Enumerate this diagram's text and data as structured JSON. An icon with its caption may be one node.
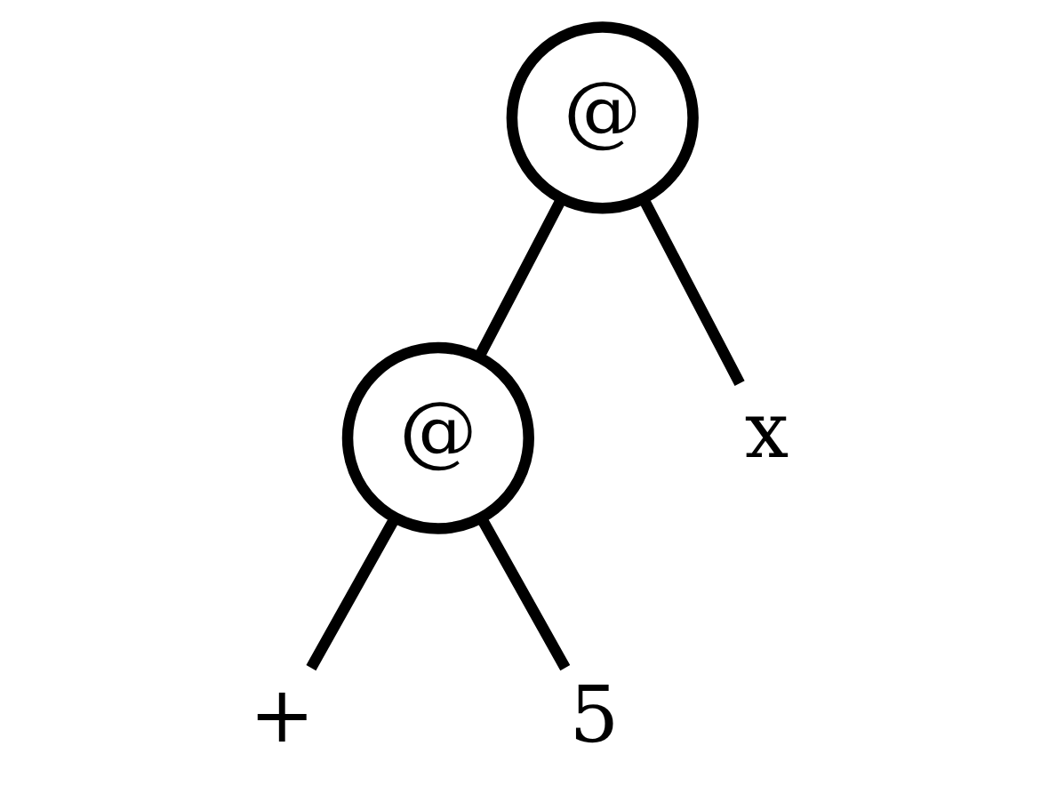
{
  "diagram": {
    "nodes": [
      {
        "text": [
          "@"
        ]
      },
      {
        "text": [
          "@"
        ]
      },
      {
        "text": [
          "x"
        ]
      },
      {
        "text": [
          "+"
        ]
      },
      {
        "text": [
          "5"
        ]
      }
    ],
    "edges": [
      {
        "from": 0,
        "to": 1,
        "arrow": "none"
      },
      {
        "from": 0,
        "to": 2,
        "arrow": "none"
      },
      {
        "from": 1,
        "to": 3,
        "arrow": "none"
      },
      {
        "from": 1,
        "to": 4,
        "arrow": "none"
      }
    ]
  }
}
